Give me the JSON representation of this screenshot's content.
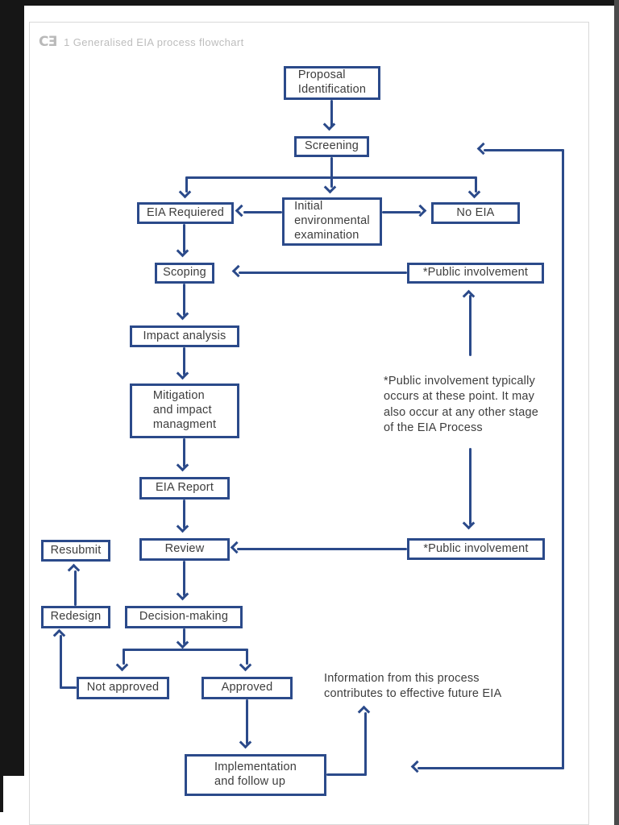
{
  "header": {
    "logo": "CƎ",
    "title": "1 Generalised EIA process flowchart"
  },
  "colors": {
    "accent": "#2b4a8a",
    "node_text": "#3d3d3d",
    "header_gray": "#bdbdbd"
  },
  "nodes": {
    "proposal": "Proposal\nIdentification",
    "screening": "Screening",
    "eia_required": "EIA Requiered",
    "initial_env": "Initial\nenvironmental\nexamination",
    "no_eia": "No EIA",
    "scoping": "Scoping",
    "public_involvement_1": "*Public involvement",
    "impact_analysis": "Impact analysis",
    "mitigation": "Mitigation\nand impact\nmanagment",
    "eia_report": "EIA Report",
    "resubmit": "Resubmit",
    "review": "Review",
    "public_involvement_2": "*Public involvement",
    "redesign": "Redesign",
    "decision": "Decision-making",
    "not_approved": "Not approved",
    "approved": "Approved",
    "implementation": "Implementation\nand follow up"
  },
  "notes": {
    "public_involvement": "*Public involvement typically\noccurs at these point. It may\nalso occur at any other stage\nof the EIA Process",
    "information": "Information from this process\ncontributes to effective future EIA"
  }
}
